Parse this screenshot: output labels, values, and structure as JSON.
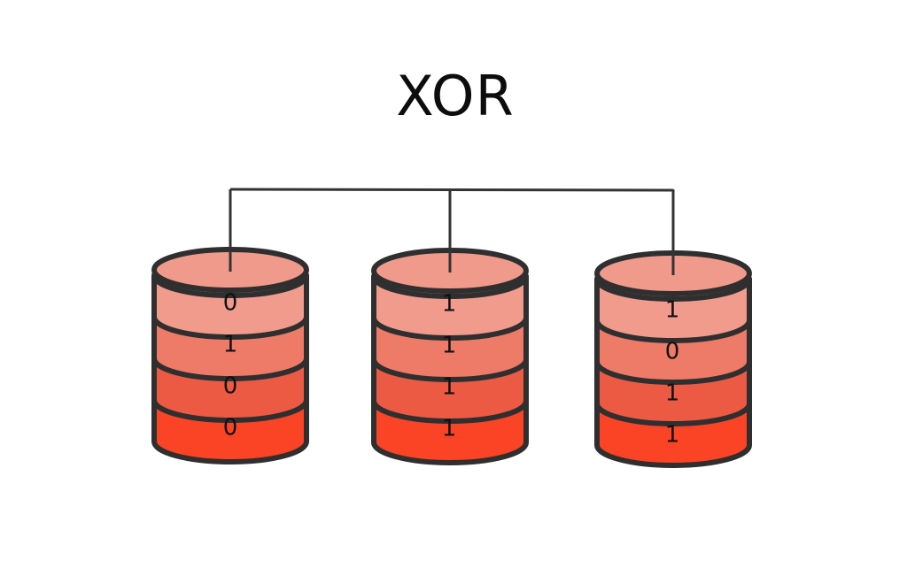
{
  "title": "XOR",
  "colors": {
    "outline": "#2f2f2f",
    "connector": "#333333",
    "cap": "#f09a8c",
    "layers": [
      "#f19b8d",
      "#ee7a68",
      "#ec5a44",
      "#fb4326"
    ]
  },
  "disks": [
    {
      "bits": [
        "0",
        "1",
        "0",
        "0"
      ]
    },
    {
      "bits": [
        "1",
        "1",
        "1",
        "1"
      ]
    },
    {
      "bits": [
        "1",
        "0",
        "1",
        "1"
      ]
    }
  ]
}
